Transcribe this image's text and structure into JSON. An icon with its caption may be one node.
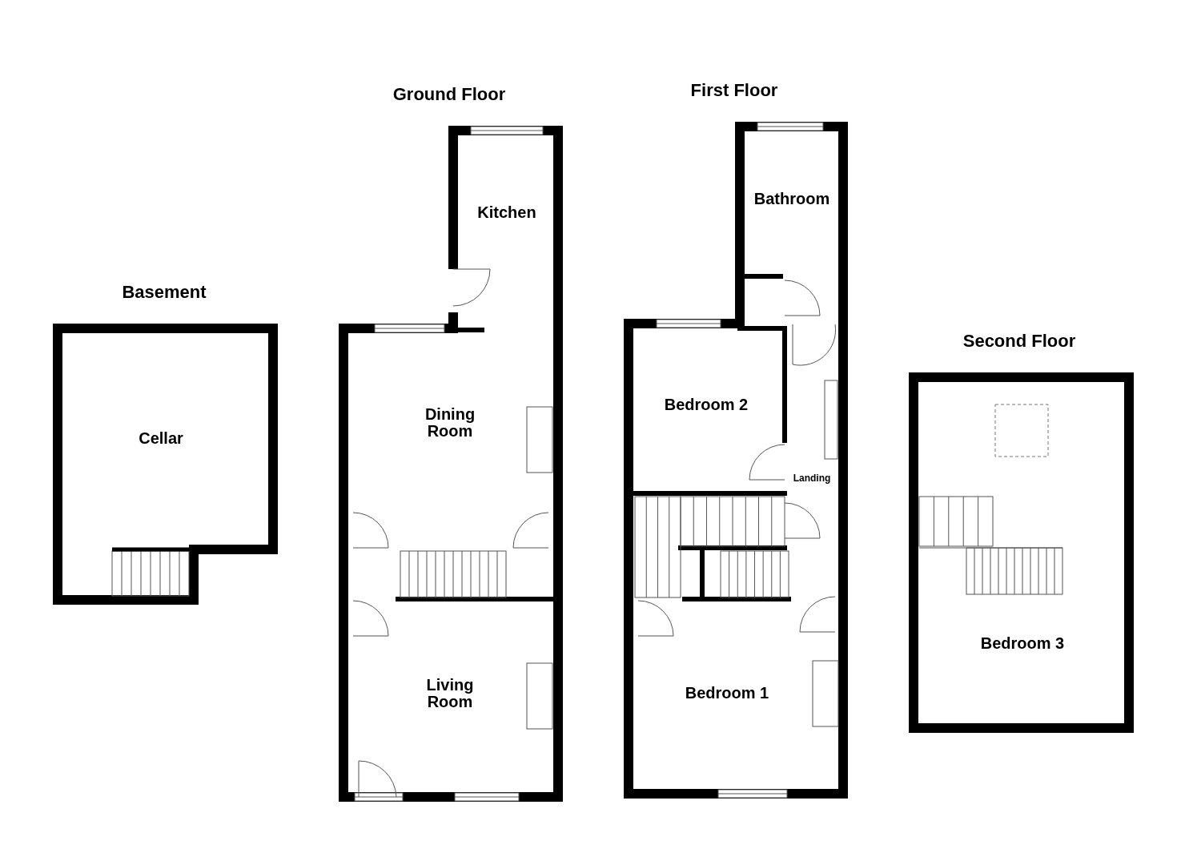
{
  "diagram": {
    "nodes": [
      {
        "text": [
          "Basement"
        ]
      },
      {
        "text": [
          "Cellar"
        ],
        "in": 0
      },
      {
        "text": [
          "Ground Floor"
        ]
      },
      {
        "text": [
          "Kitchen"
        ],
        "in": 2
      },
      {
        "text": [
          "Dining Room"
        ],
        "in": 2
      },
      {
        "text": [
          "Living Room"
        ],
        "in": 2
      },
      {
        "text": [
          "First Floor"
        ]
      },
      {
        "text": [
          "Bathroom"
        ],
        "in": 6
      },
      {
        "text": [
          "Bedroom 2"
        ],
        "in": 6
      },
      {
        "text": [
          "Landing"
        ],
        "in": 6
      },
      {
        "text": [
          "Bedroom 1"
        ],
        "in": 6
      },
      {
        "text": [
          "Second Floor"
        ]
      },
      {
        "text": [
          "Bedroom 3"
        ],
        "in": 11
      }
    ]
  }
}
